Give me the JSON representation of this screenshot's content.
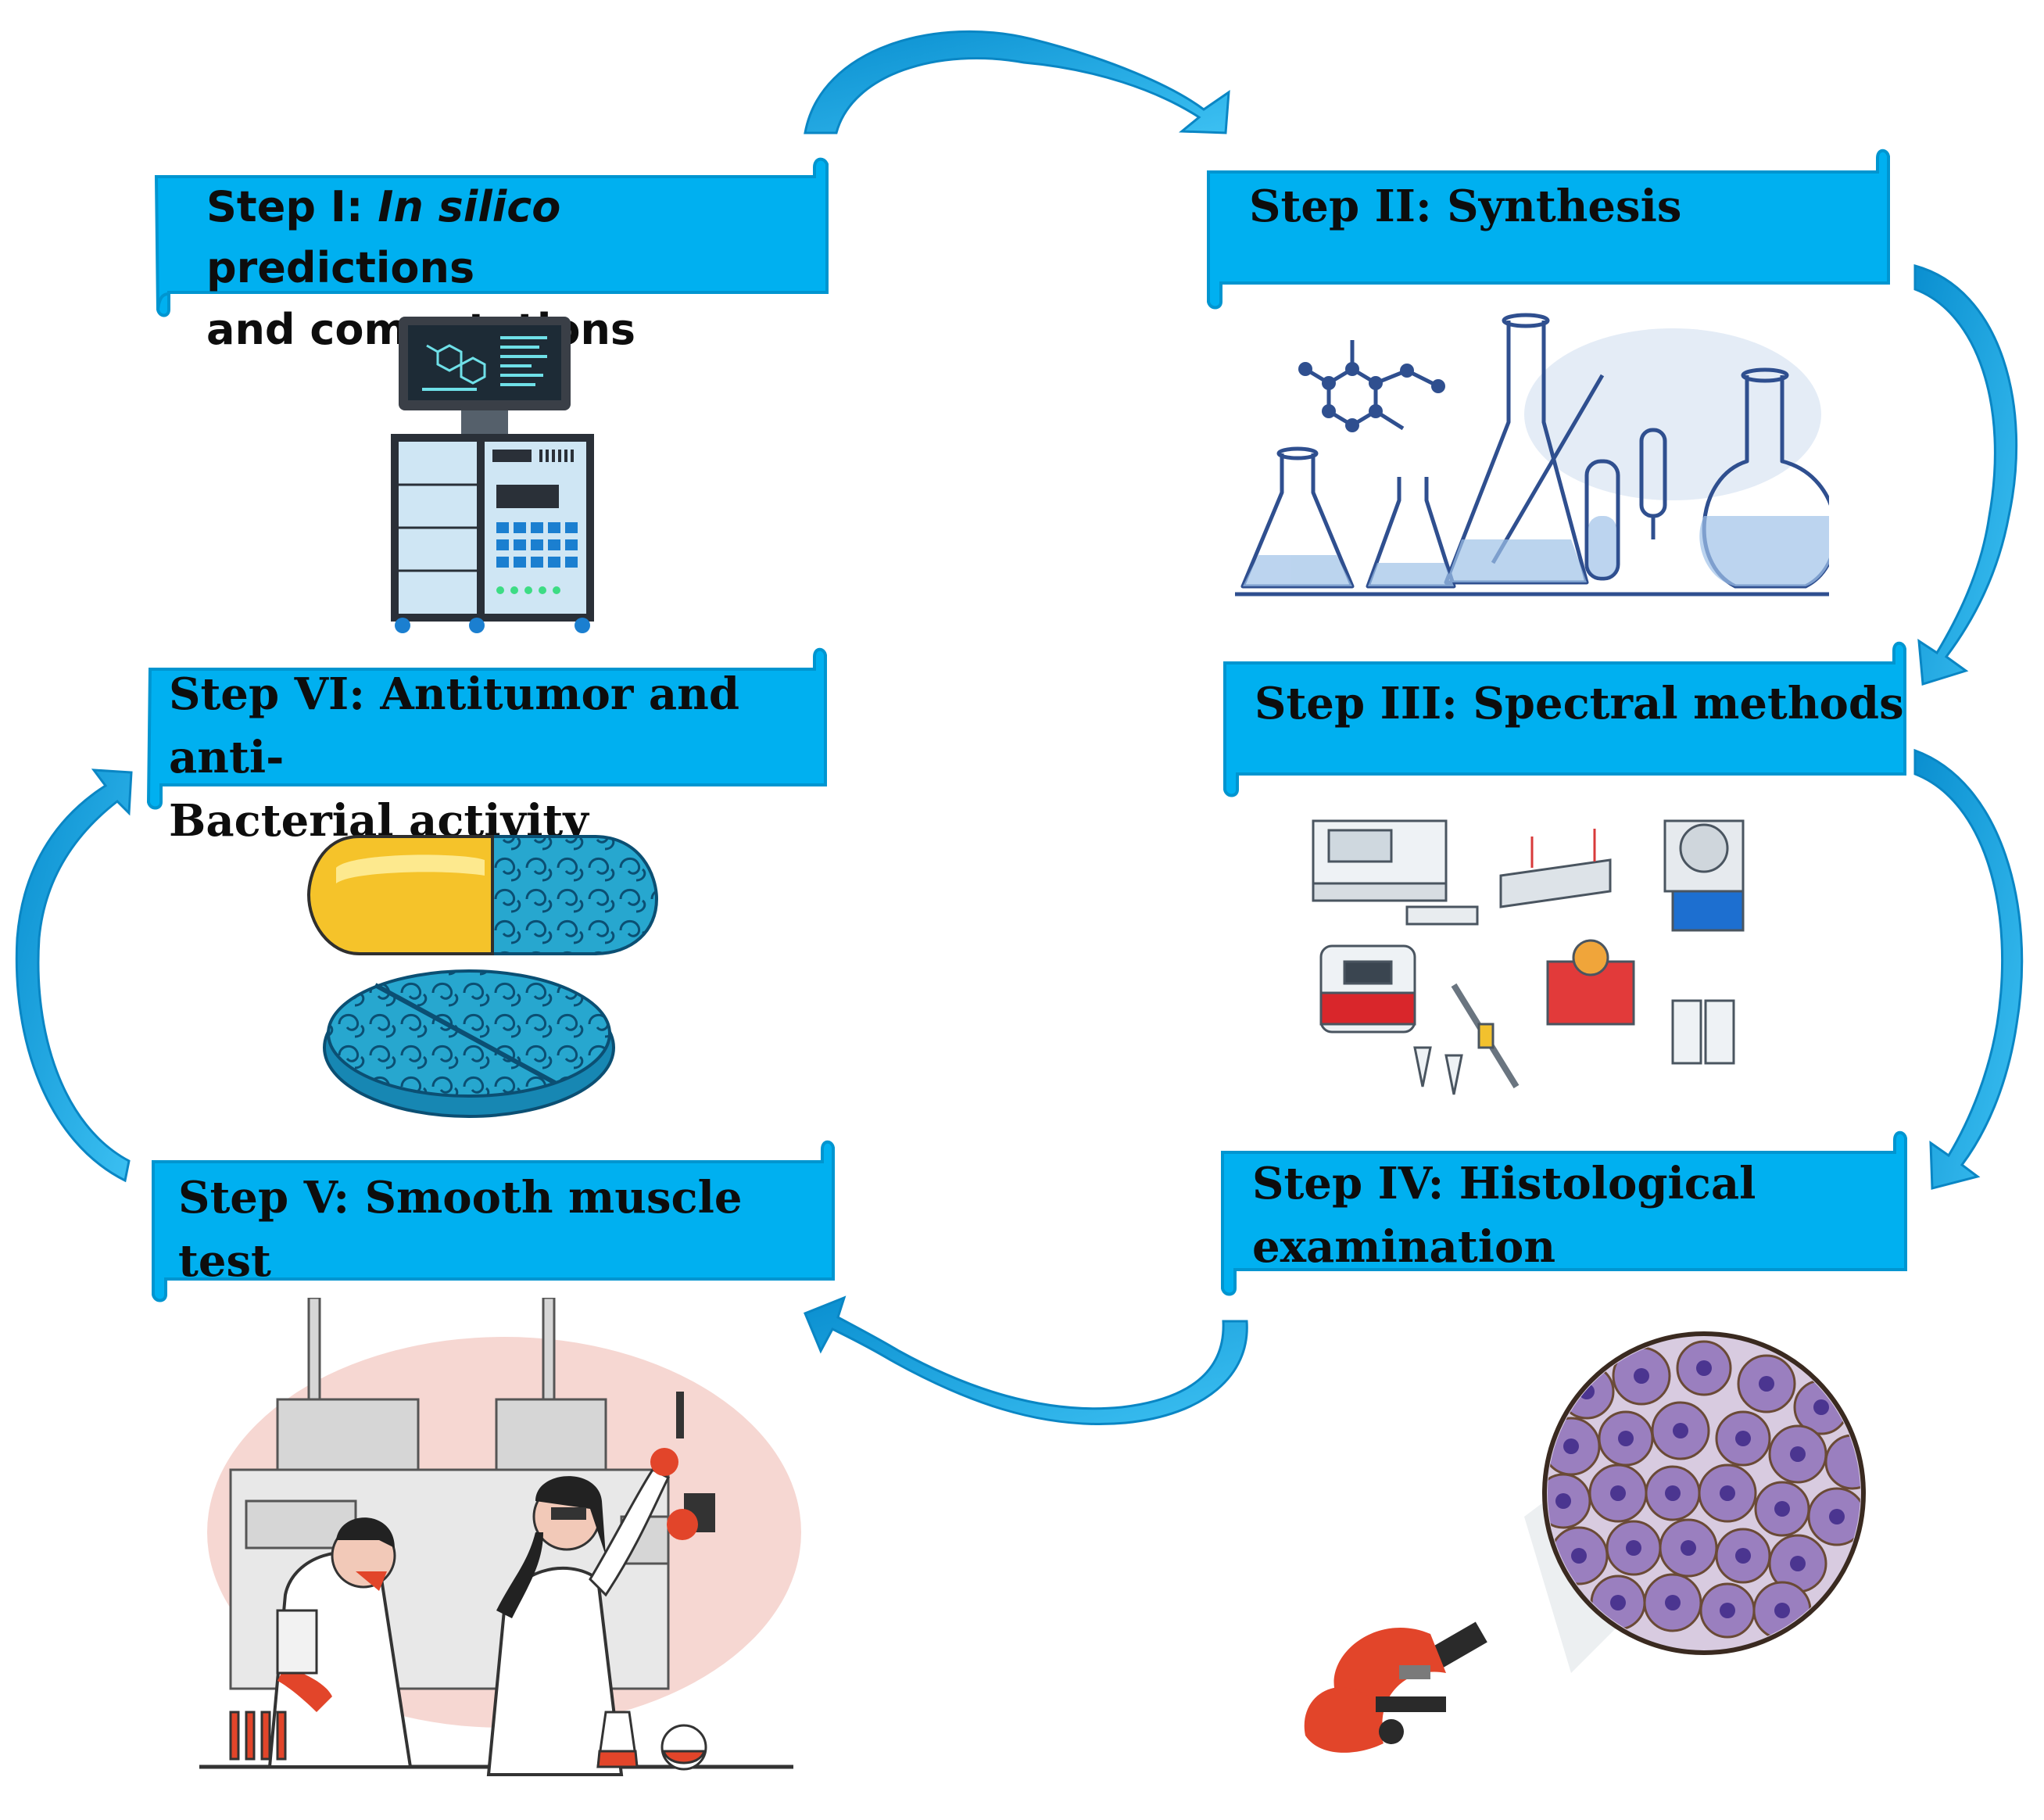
{
  "colors": {
    "banner": "#00b0f0",
    "banner_edge": "#0095d0",
    "arrow": "#1fa7e0"
  },
  "steps": [
    {
      "id": "step1",
      "prefix": "Step I: ",
      "italic": "In silico",
      "rest": " predictions",
      "line2": "and computations",
      "icon": "computer-workstation-icon"
    },
    {
      "id": "step2",
      "line1": "Step II: Synthesis",
      "icon": "lab-glassware-icon"
    },
    {
      "id": "step3",
      "line1": "Step III: Spectral methods",
      "icon": "lab-instruments-icon"
    },
    {
      "id": "step4",
      "line1": "Step IV: Histological",
      "line2": "examination",
      "icon": "microscope-cells-icon"
    },
    {
      "id": "step5",
      "line1": "Step V: Smooth muscle test",
      "icon": "scientists-lab-icon"
    },
    {
      "id": "step6",
      "line1": "Step VI: Antitumor and anti-",
      "line2": "Bacterial activity",
      "icon": "capsule-tablet-icon"
    }
  ],
  "edges": [
    {
      "from": "step1",
      "to": "step2"
    },
    {
      "from": "step2",
      "to": "step3"
    },
    {
      "from": "step3",
      "to": "step4"
    },
    {
      "from": "step4",
      "to": "step5"
    },
    {
      "from": "step5",
      "to": "step6"
    }
  ]
}
